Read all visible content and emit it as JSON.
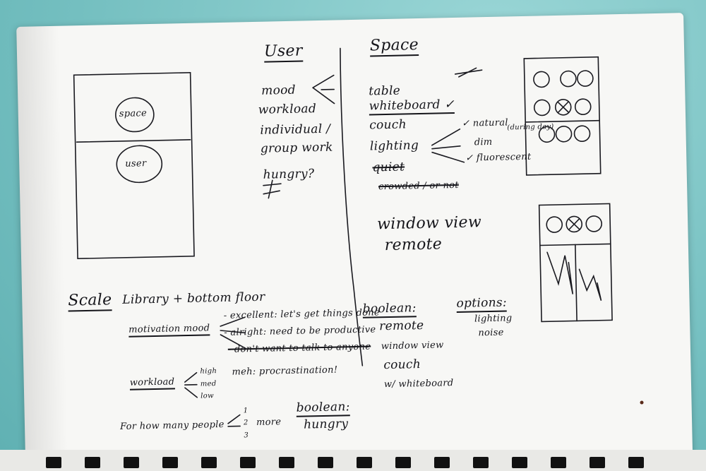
{
  "sketch": {
    "left_frame": {
      "top_circle": "space",
      "bottom_circle": "user"
    },
    "user_column": {
      "heading": "User",
      "items": [
        "mood",
        "workload",
        "individual /",
        "group work",
        "hungry?"
      ]
    },
    "space_column": {
      "heading": "Space",
      "items": [
        "table",
        "whiteboard ✓",
        "couch",
        "lighting",
        "quiet",
        "crowded / or not",
        "window view",
        "remote"
      ],
      "lighting_options": [
        "✓ natural",
        "(during day)",
        "dim",
        "✓ fluorescent"
      ]
    },
    "scale_section": {
      "heading": "Scale",
      "location": "Library + bottom floor",
      "motivation_label": "motivation mood",
      "motivation_levels": [
        "- excellent: let's get things done",
        "- alright: need to be productive",
        "- don't want to talk to anyone",
        "meh: procrastination!"
      ],
      "workload_label": "workload",
      "workload_levels": [
        "high",
        "med",
        "low"
      ],
      "people_label": "For how many people",
      "people_counts": [
        "1",
        "2",
        "3"
      ],
      "people_more": "more"
    },
    "boolean_section": {
      "heading": "boolean:",
      "items": [
        "remote",
        "window view",
        "couch",
        "w/ whiteboard"
      ],
      "second_heading": "boolean:",
      "second_item": "hungry"
    },
    "options_section": {
      "heading": "options:",
      "items": [
        "lighting",
        "noise"
      ]
    }
  }
}
